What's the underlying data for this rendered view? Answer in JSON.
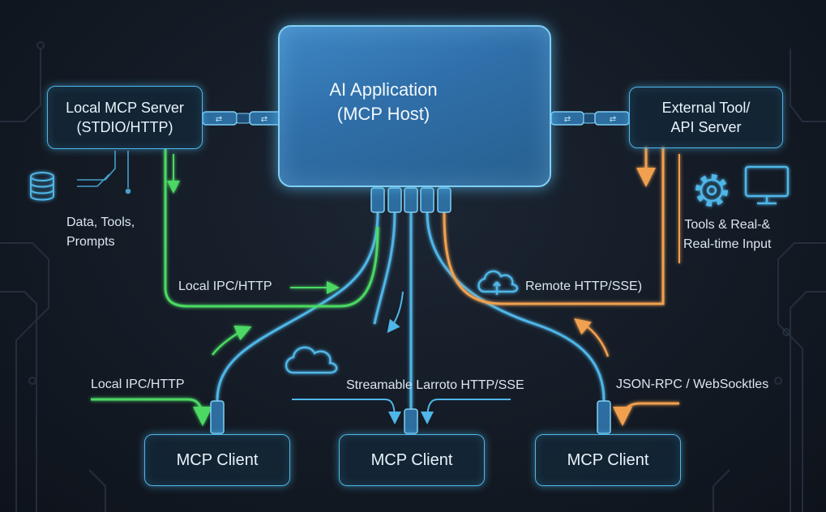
{
  "host": {
    "title_line1": "AI Application",
    "title_line2": "(MCP Host)"
  },
  "local_server": {
    "line1": "Local MCP Server",
    "line2": "(STDIO/HTTP)"
  },
  "external_server": {
    "line1": "External Tool/",
    "line2": "API Server"
  },
  "labels": {
    "data_tools_line1": "Data, Tools,",
    "data_tools_line2": "Prompts",
    "tools_realtime_line1": "Tools & Real-&",
    "tools_realtime_line2": "Real-time Input",
    "local_ipc_upper": "Local IPC/HTTP",
    "local_ipc_lower": "Local IPC/HTTP",
    "remote_http": "Remote HTTP/SSE)",
    "streamable": "Streamable Larroto HTTP/SSE",
    "json_rpc": "JSON-RPC / WebSocktles"
  },
  "clients": [
    "MCP Client",
    "MCP Client",
    "MCP Client"
  ],
  "colors": {
    "blue": "#4fb6e8",
    "green": "#4cd964",
    "orange": "#f0a050",
    "background": "#161d28",
    "host_fill": "#3275ad"
  },
  "icons": [
    "usb-icon",
    "database-icon",
    "gear-icon",
    "monitor-icon",
    "cloud-icon",
    "plug-connector-icon"
  ]
}
